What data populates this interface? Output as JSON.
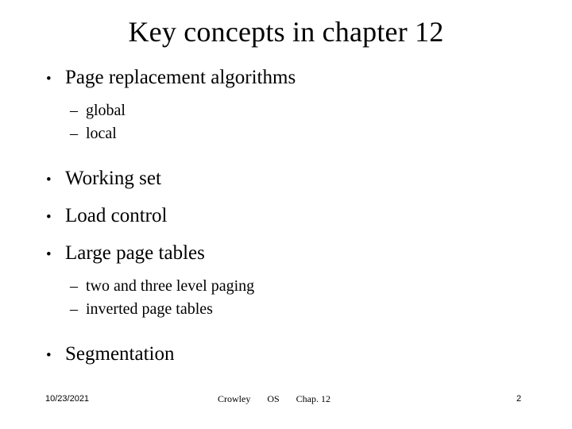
{
  "slide": {
    "title": "Key concepts in chapter 12",
    "bullet_marker": "•",
    "sub_bullet_marker": "–",
    "content": [
      {
        "level": 1,
        "text": "Page replacement algorithms"
      },
      {
        "level": 2,
        "text": "global"
      },
      {
        "level": 2,
        "text": "local"
      },
      {
        "level": 1,
        "text": "Working set"
      },
      {
        "level": 1,
        "text": "Load control"
      },
      {
        "level": 1,
        "text": "Large page tables"
      },
      {
        "level": 2,
        "text": "two and three level paging"
      },
      {
        "level": 2,
        "text": "inverted page tables"
      },
      {
        "level": 1,
        "text": "Segmentation"
      }
    ],
    "items": {
      "b1": "Page replacement algorithms",
      "s1": "global",
      "s2": "local",
      "b2": "Working set",
      "b3": "Load control",
      "b4": "Large page tables",
      "s3": "two and three level paging",
      "s4": "inverted page tables",
      "b5": "Segmentation"
    }
  },
  "footer": {
    "date": "10/23/2021",
    "author": "Crowley",
    "course": "OS",
    "chapter": "Chap. 12",
    "page_number": "2"
  },
  "colors": {
    "background": "#ffffff",
    "text": "#000000"
  }
}
